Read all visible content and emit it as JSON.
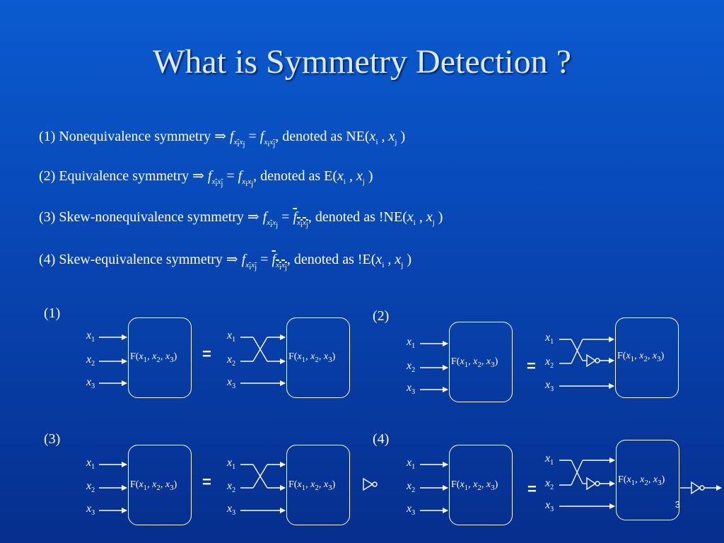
{
  "title": "What is Symmetry Detection ?",
  "definitions": [
    {
      "prefix": "(1) Nonequivalence symmetry",
      "suffix": ", denoted as NE(",
      "short": "NE"
    },
    {
      "prefix": "(2) Equivalence symmetry",
      "suffix": ", denoted as E(",
      "short": "E"
    },
    {
      "prefix": "(3) Skew-nonequivalence symmetry",
      "suffix": ", denoted as !NE(",
      "short": "!NE"
    },
    {
      "prefix": "(4) Skew-equivalence symmetry",
      "suffix": ", denoted as !E(",
      "short": "!E"
    }
  ],
  "implies": "⇒",
  "panel_labels": [
    "(1)",
    "(2)",
    "(3)",
    "(4)"
  ],
  "equals": "=",
  "function_label": "F(x1, x2, x3)",
  "inputs": [
    "x1",
    "x2",
    "x3"
  ],
  "page_number": "3"
}
